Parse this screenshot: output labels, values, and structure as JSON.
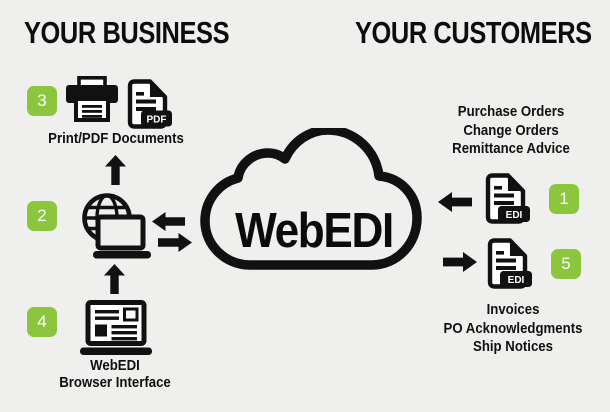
{
  "colors": {
    "background": "#efefed",
    "ink": "#111111",
    "accent_green": "#8cc63f"
  },
  "headings": {
    "business": "YOUR BUSINESS",
    "customers": "YOUR CUSTOMERS"
  },
  "cloud": {
    "label": "WebEDI"
  },
  "steps": {
    "s1": "1",
    "s2": "2",
    "s3": "3",
    "s4": "4",
    "s5": "5"
  },
  "business": {
    "print_label": "Print/PDF Documents",
    "pdf_tag": "PDF",
    "browser_label_1": "WebEDI",
    "browser_label_2": "Browser Interface"
  },
  "customers": {
    "inbound": [
      "Purchase Orders",
      "Change Orders",
      "Remittance Advice"
    ],
    "outbound": [
      "Invoices",
      "PO Acknowledgments",
      "Ship Notices"
    ],
    "edi_tag": "EDI"
  }
}
